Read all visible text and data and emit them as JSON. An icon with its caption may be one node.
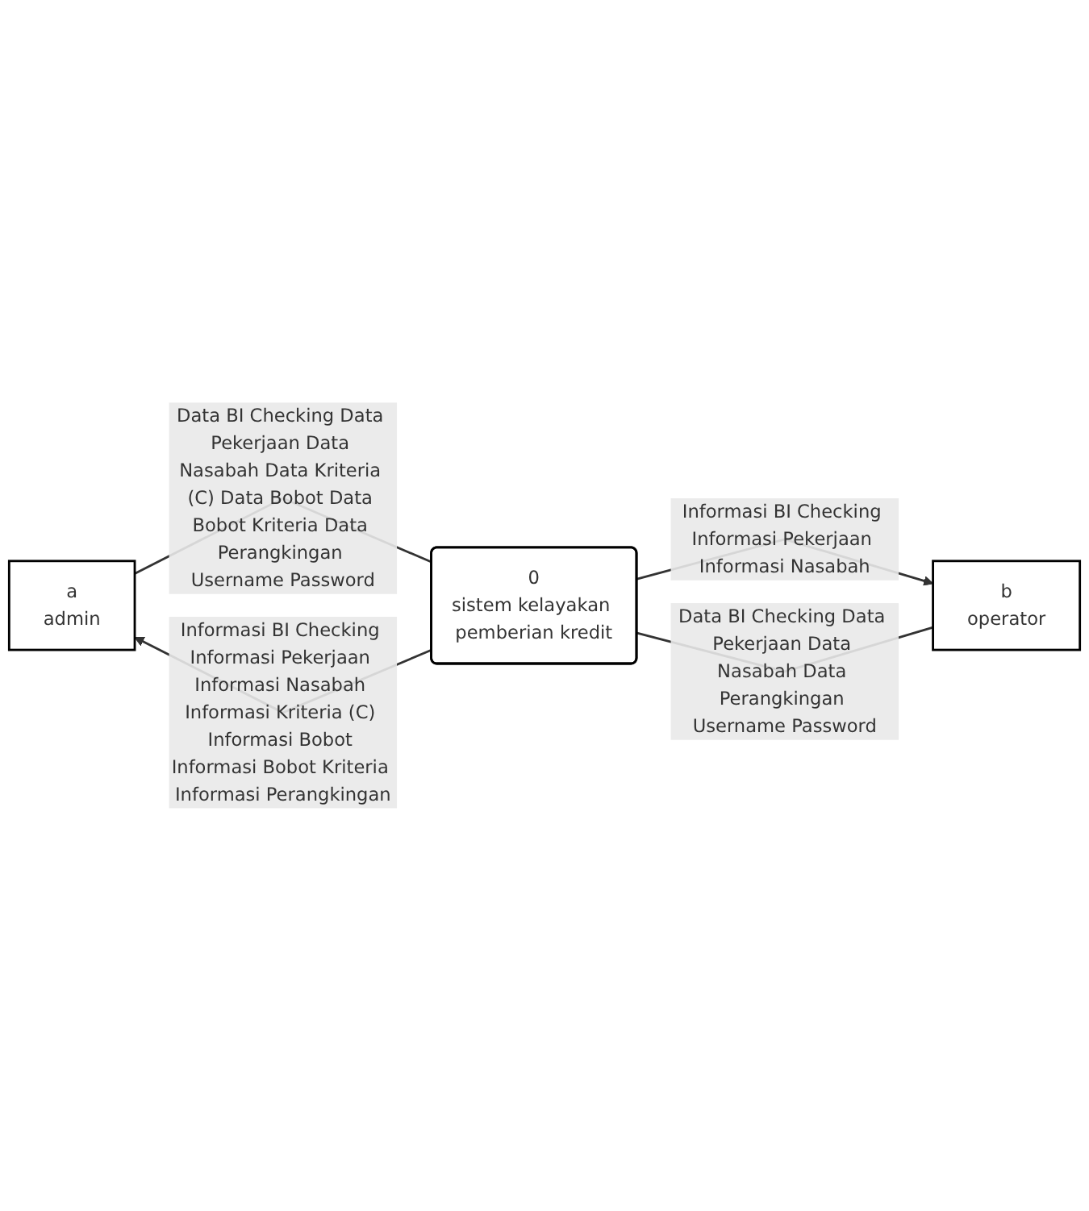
{
  "diagram": {
    "nodes": [
      {
        "text": [
          "a",
          "admin"
        ]
      },
      {
        "text": [
          "0",
          "sistem kelayakan pemberian kredit"
        ]
      },
      {
        "text": [
          "b",
          "operator"
        ]
      }
    ],
    "edges": [
      {
        "from": 0,
        "to": 1,
        "arrow": "none",
        "label": "Data BI Checking Data Pekerjaan Data Nasabah Data Kriteria (C) Data Bobot Data Bobot Kriteria Data Perangkingan Username Password"
      },
      {
        "from": 1,
        "to": 0,
        "arrow": "to",
        "label": "Informasi BI Checking Informasi Pekerjaan Informasi Nasabah Informasi Kriteria (C) Informasi Bobot Informasi Bobot Kriteria Informasi Perangkingan"
      },
      {
        "from": 2,
        "to": 1,
        "arrow": "none",
        "label": "Data BI Checking Data Pekerjaan Data Nasabah Data Perangkingan Username Password"
      },
      {
        "from": 1,
        "to": 2,
        "arrow": "to",
        "label": "Informasi BI Checking Informasi Pekerjaan Informasi Nasabah"
      }
    ]
  }
}
